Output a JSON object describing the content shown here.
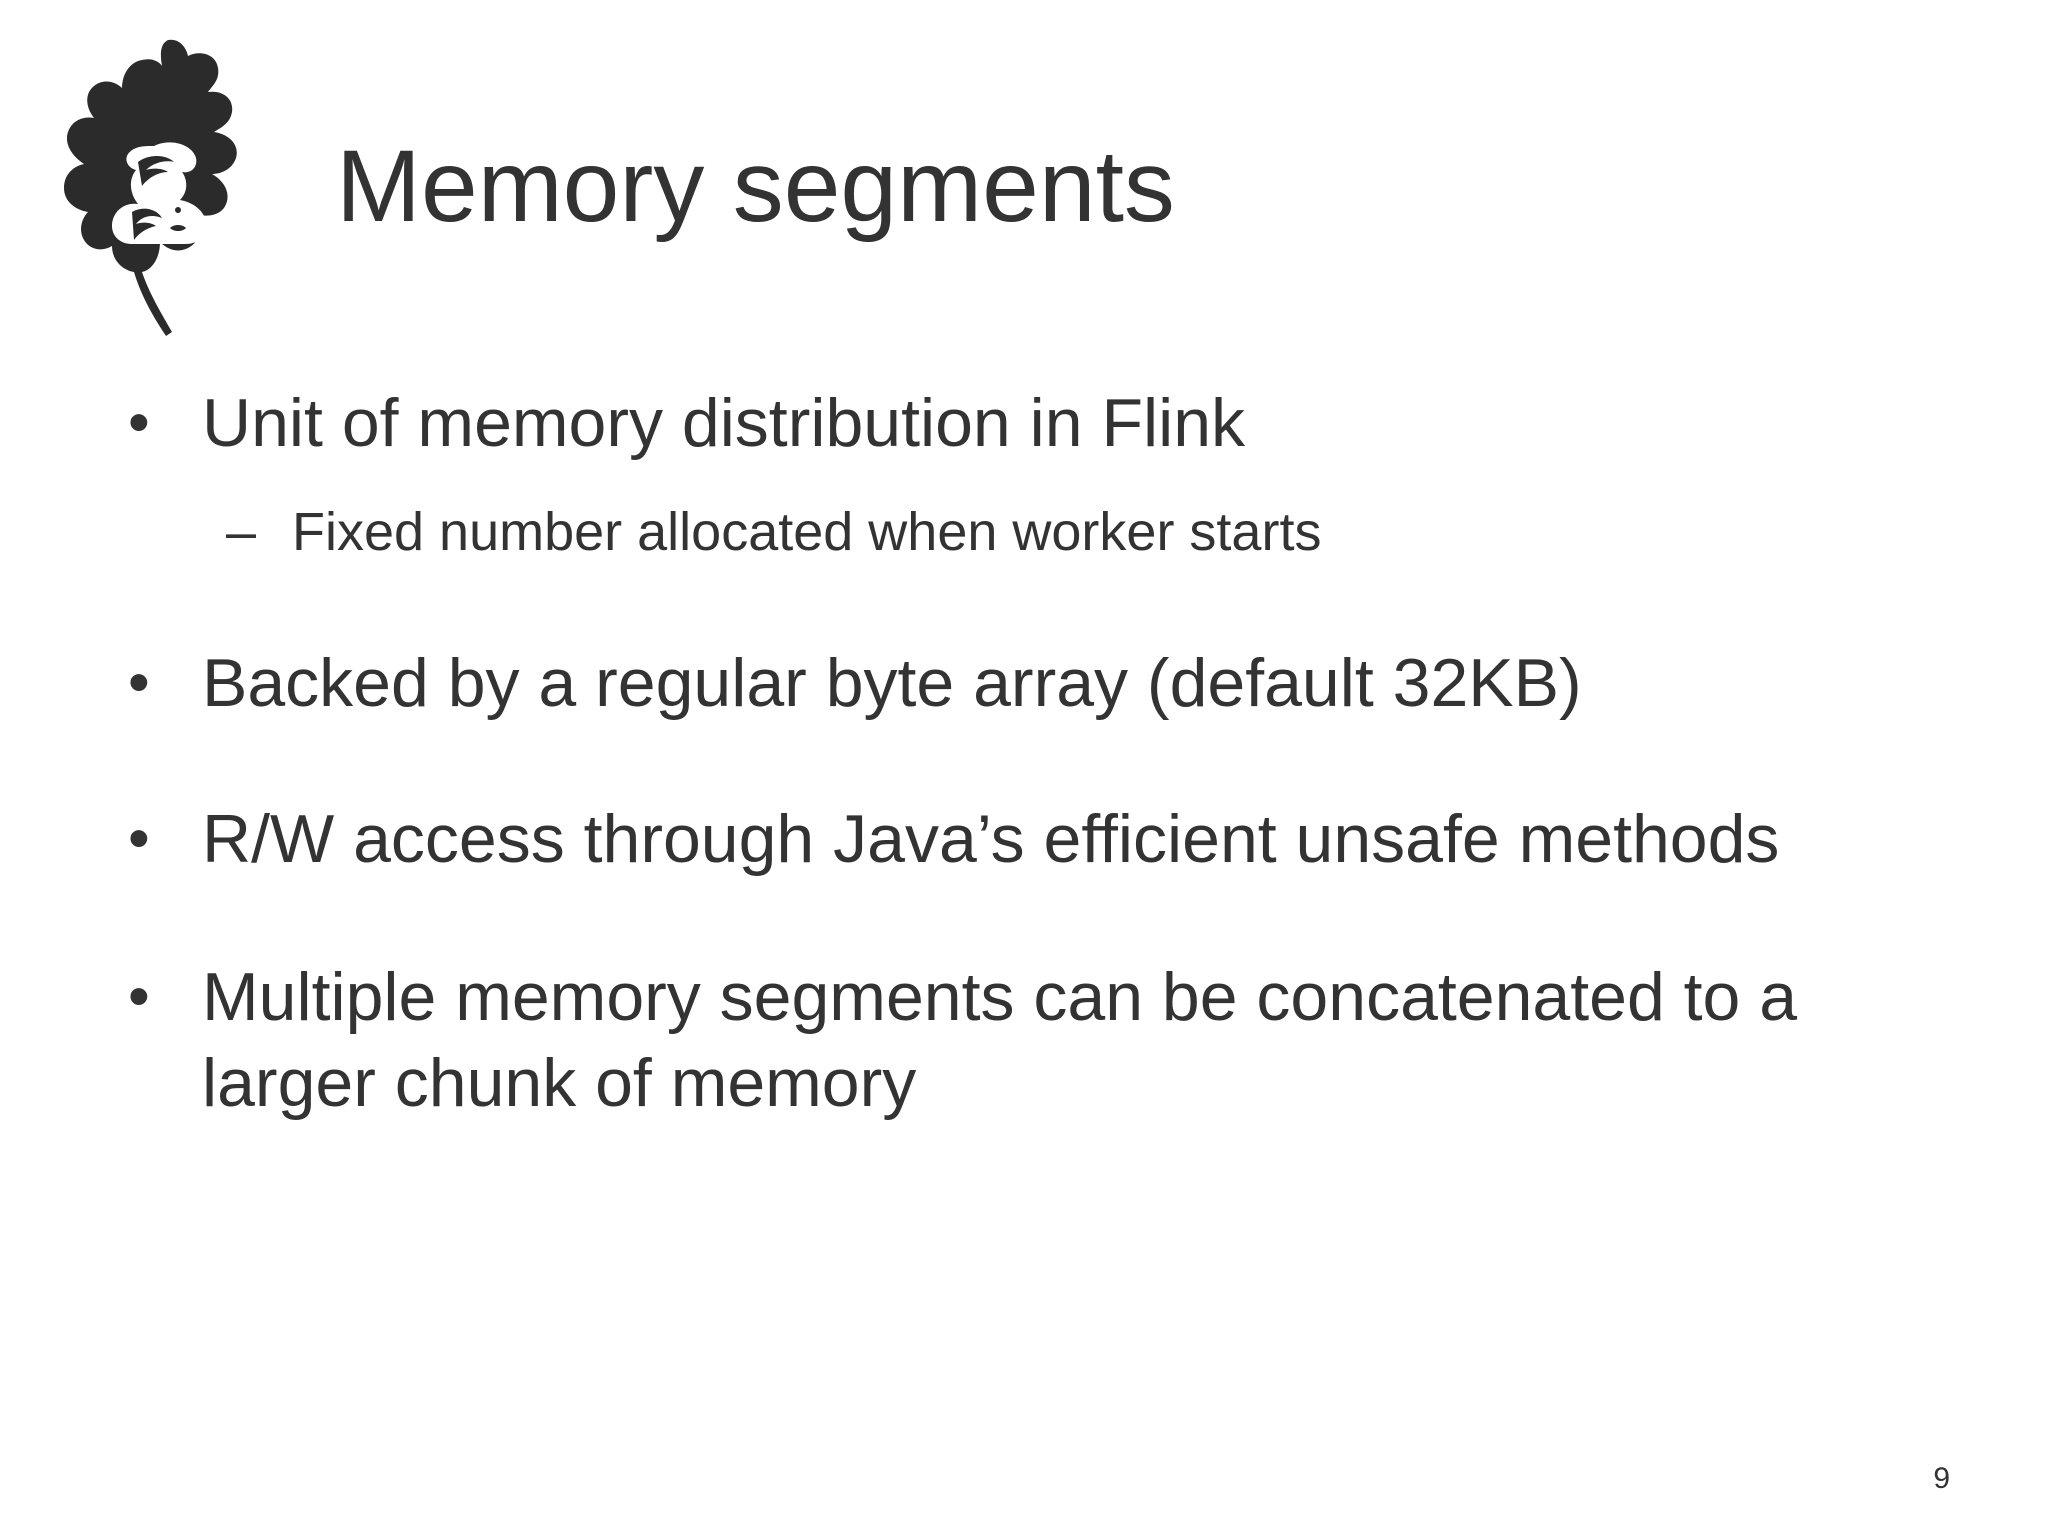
{
  "slide": {
    "title": "Memory segments",
    "bullets": [
      {
        "text": "Unit of memory distribution in Flink",
        "sub": [
          "Fixed number allocated when worker starts"
        ]
      },
      {
        "text": "Backed by a regular byte array (default 32KB)",
        "sub": []
      },
      {
        "text": "R/W access through Java’s efficient unsafe methods",
        "sub": []
      },
      {
        "text": "Multiple memory segments can be concatenated to a larger chunk of memory",
        "sub": []
      }
    ],
    "bullet_marker": "•",
    "sub_marker": "–",
    "page_number": "9"
  },
  "logo": {
    "icon": "flink-squirrel-leaf-logo",
    "leaf_color": "#2b2b2b",
    "squirrel_color": "#ffffff"
  }
}
